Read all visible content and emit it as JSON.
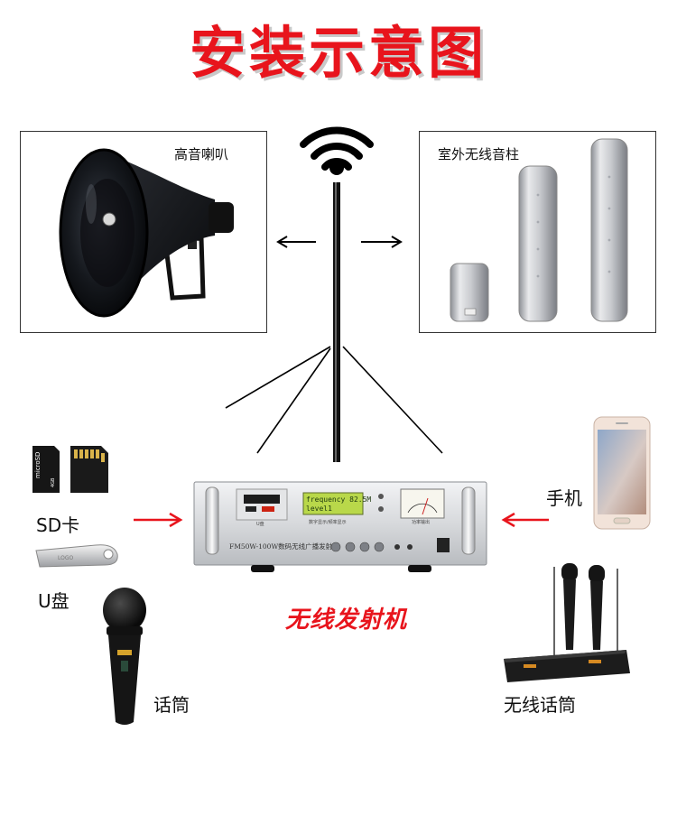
{
  "title": "安装示意图",
  "left_panel": {
    "label": "高音喇叭"
  },
  "right_panel": {
    "label": "室外无线音柱"
  },
  "transmitter": {
    "label": "无线发射机",
    "model": "FM50W-100W数码无线广播发射机",
    "lcd_line1": "frequency 82.5M",
    "lcd_line2": "level1",
    "usb_caption": "U盘",
    "lcd_caption": "数字显示/频率显示",
    "meter_caption": "功率输出"
  },
  "inputs_left": [
    {
      "label": "SD卡"
    },
    {
      "label": "U盘"
    },
    {
      "label": "话筒"
    }
  ],
  "usb_logo": "LOGO",
  "sd_card_text": "microSD",
  "sd_card_size": "4GB",
  "inputs_right": [
    {
      "label": "手机"
    },
    {
      "label": "无线话筒"
    }
  ],
  "colors": {
    "accent_red": "#e8141c",
    "arrow_red": "#e8141c"
  },
  "icons": [
    "wifi-icon",
    "antenna-icon",
    "horn-speaker-icon",
    "column-speaker-icon",
    "sd-card-icon",
    "usb-drive-icon",
    "microphone-icon",
    "phone-icon",
    "wireless-mic-icon",
    "transmitter-icon"
  ]
}
